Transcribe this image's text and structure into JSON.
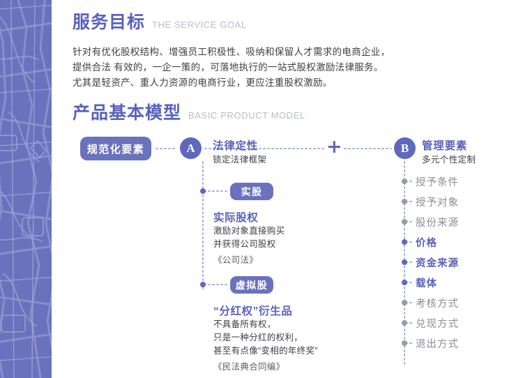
{
  "sections": [
    {
      "title_cn": "服务目标",
      "title_en": "THE SERVICE GOAL",
      "paragraph": [
        "针对有优化股权结构、增强员工积极性、吸纳和保留人才需求的电商企业，",
        "提供合法 有效的，一企一策的，可落地执行的一站式股权激励法律服务。",
        "尤其是轻资产、重人力资源的电商行业，更应注重股权激励。"
      ]
    },
    {
      "title_cn": "产品基本模型",
      "title_en": "BASIC PRODUCT MODEL"
    }
  ],
  "diagram": {
    "root_label": "规范化要素",
    "operator": "+",
    "branch_a": {
      "badge": "A",
      "title": "法律定性",
      "subtitle": "锁定法律框架",
      "items": [
        {
          "pill": "实股",
          "title": "实际股权",
          "body": [
            "激励对象直接购买",
            "并获得公司股权"
          ],
          "law": "《公司法》"
        },
        {
          "pill": "虚拟股",
          "title": "“分红权”衍生品",
          "body": [
            "不具备所有权，",
            "只是一种分红的权利，",
            "甚至有点像“变相的年终奖”"
          ],
          "law": "《民法典合同编》"
        }
      ]
    },
    "branch_b": {
      "badge": "B",
      "title": "管理要素",
      "subtitle": "多元个性定制",
      "items": [
        {
          "label": "授予条件",
          "highlight": false
        },
        {
          "label": "授予对象",
          "highlight": false
        },
        {
          "label": "股份来源",
          "highlight": false
        },
        {
          "label": "价格",
          "highlight": true
        },
        {
          "label": "资金来源",
          "highlight": true
        },
        {
          "label": "载体",
          "highlight": true
        },
        {
          "label": "考核方式",
          "highlight": false
        },
        {
          "label": "兑现方式",
          "highlight": false
        },
        {
          "label": "退出方式",
          "highlight": false
        }
      ]
    }
  },
  "colors": {
    "brand_purple": "#6a72bd",
    "title_purple": "#5a62bb",
    "map_bg": "#6a72bd",
    "body_gray": "#3f3f46",
    "muted_gray": "#8d8d96",
    "en_label_gray": "#b9bcc9"
  }
}
